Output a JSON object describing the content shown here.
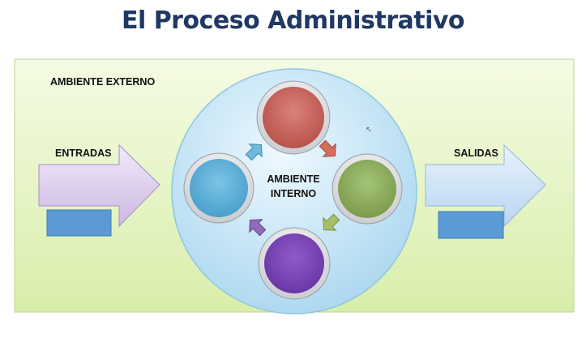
{
  "title": "El Proceso Administrativo",
  "labels": {
    "external": "AMBIENTE EXTERNO",
    "inputs": "ENTRADAS",
    "outputs": "SALIDAS",
    "internal": "AMBIENTE INTERNO"
  },
  "colors": {
    "title": "#1f3864",
    "outer_panel": "#e5f5c2",
    "inner_circle": "#bfe3f3",
    "process_top": "#c9625a",
    "process_right": "#8fb05e",
    "process_bottom": "#7a45b6",
    "process_left": "#5cb1d9",
    "input_arrow": "#e2d4ee",
    "output_arrow": "#cfe3f4",
    "box": "#5b9bd5"
  }
}
